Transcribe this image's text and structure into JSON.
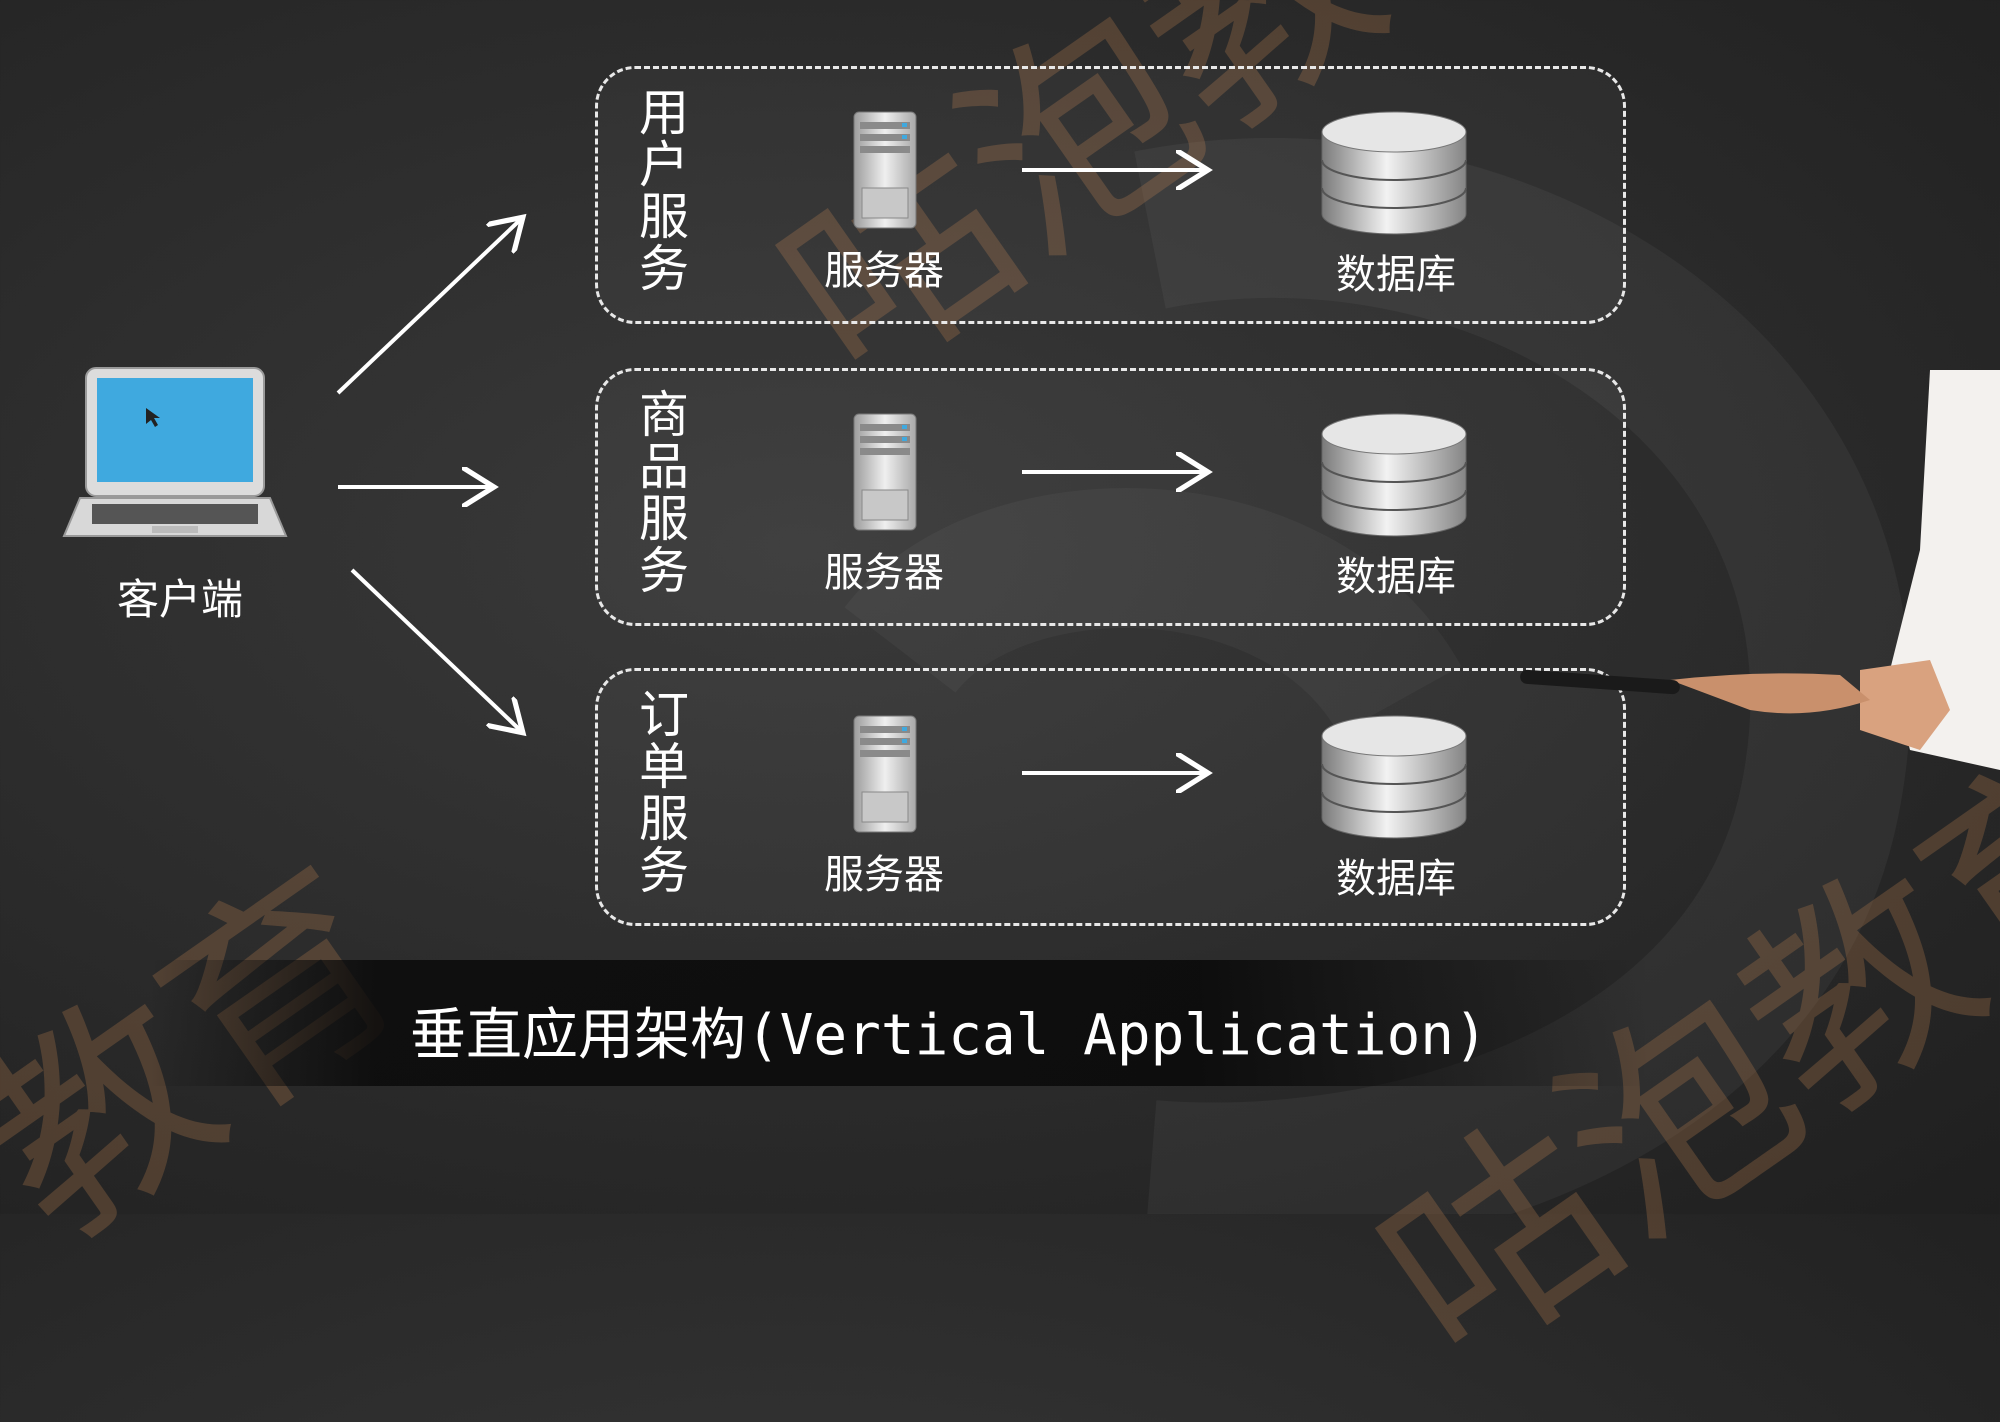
{
  "client": {
    "label": "客户端"
  },
  "panels": [
    {
      "title": "用户服务",
      "chars": [
        "用",
        "户",
        "服",
        "务"
      ],
      "server_label": "服务器",
      "db_label": "数据库"
    },
    {
      "title": "商品服务",
      "chars": [
        "商",
        "品",
        "服",
        "务"
      ],
      "server_label": "服务器",
      "db_label": "数据库"
    },
    {
      "title": "订单服务",
      "chars": [
        "订",
        "单",
        "服",
        "务"
      ],
      "server_label": "服务器",
      "db_label": "数据库"
    }
  ],
  "caption": "垂直应用架构(Vertical Application)",
  "watermark": [
    "教育",
    "咕泡教",
    "咕泡教育"
  ],
  "colors": {
    "background": "#2b2b2b",
    "screen": "#3fa9df",
    "line": "#ffffff"
  }
}
